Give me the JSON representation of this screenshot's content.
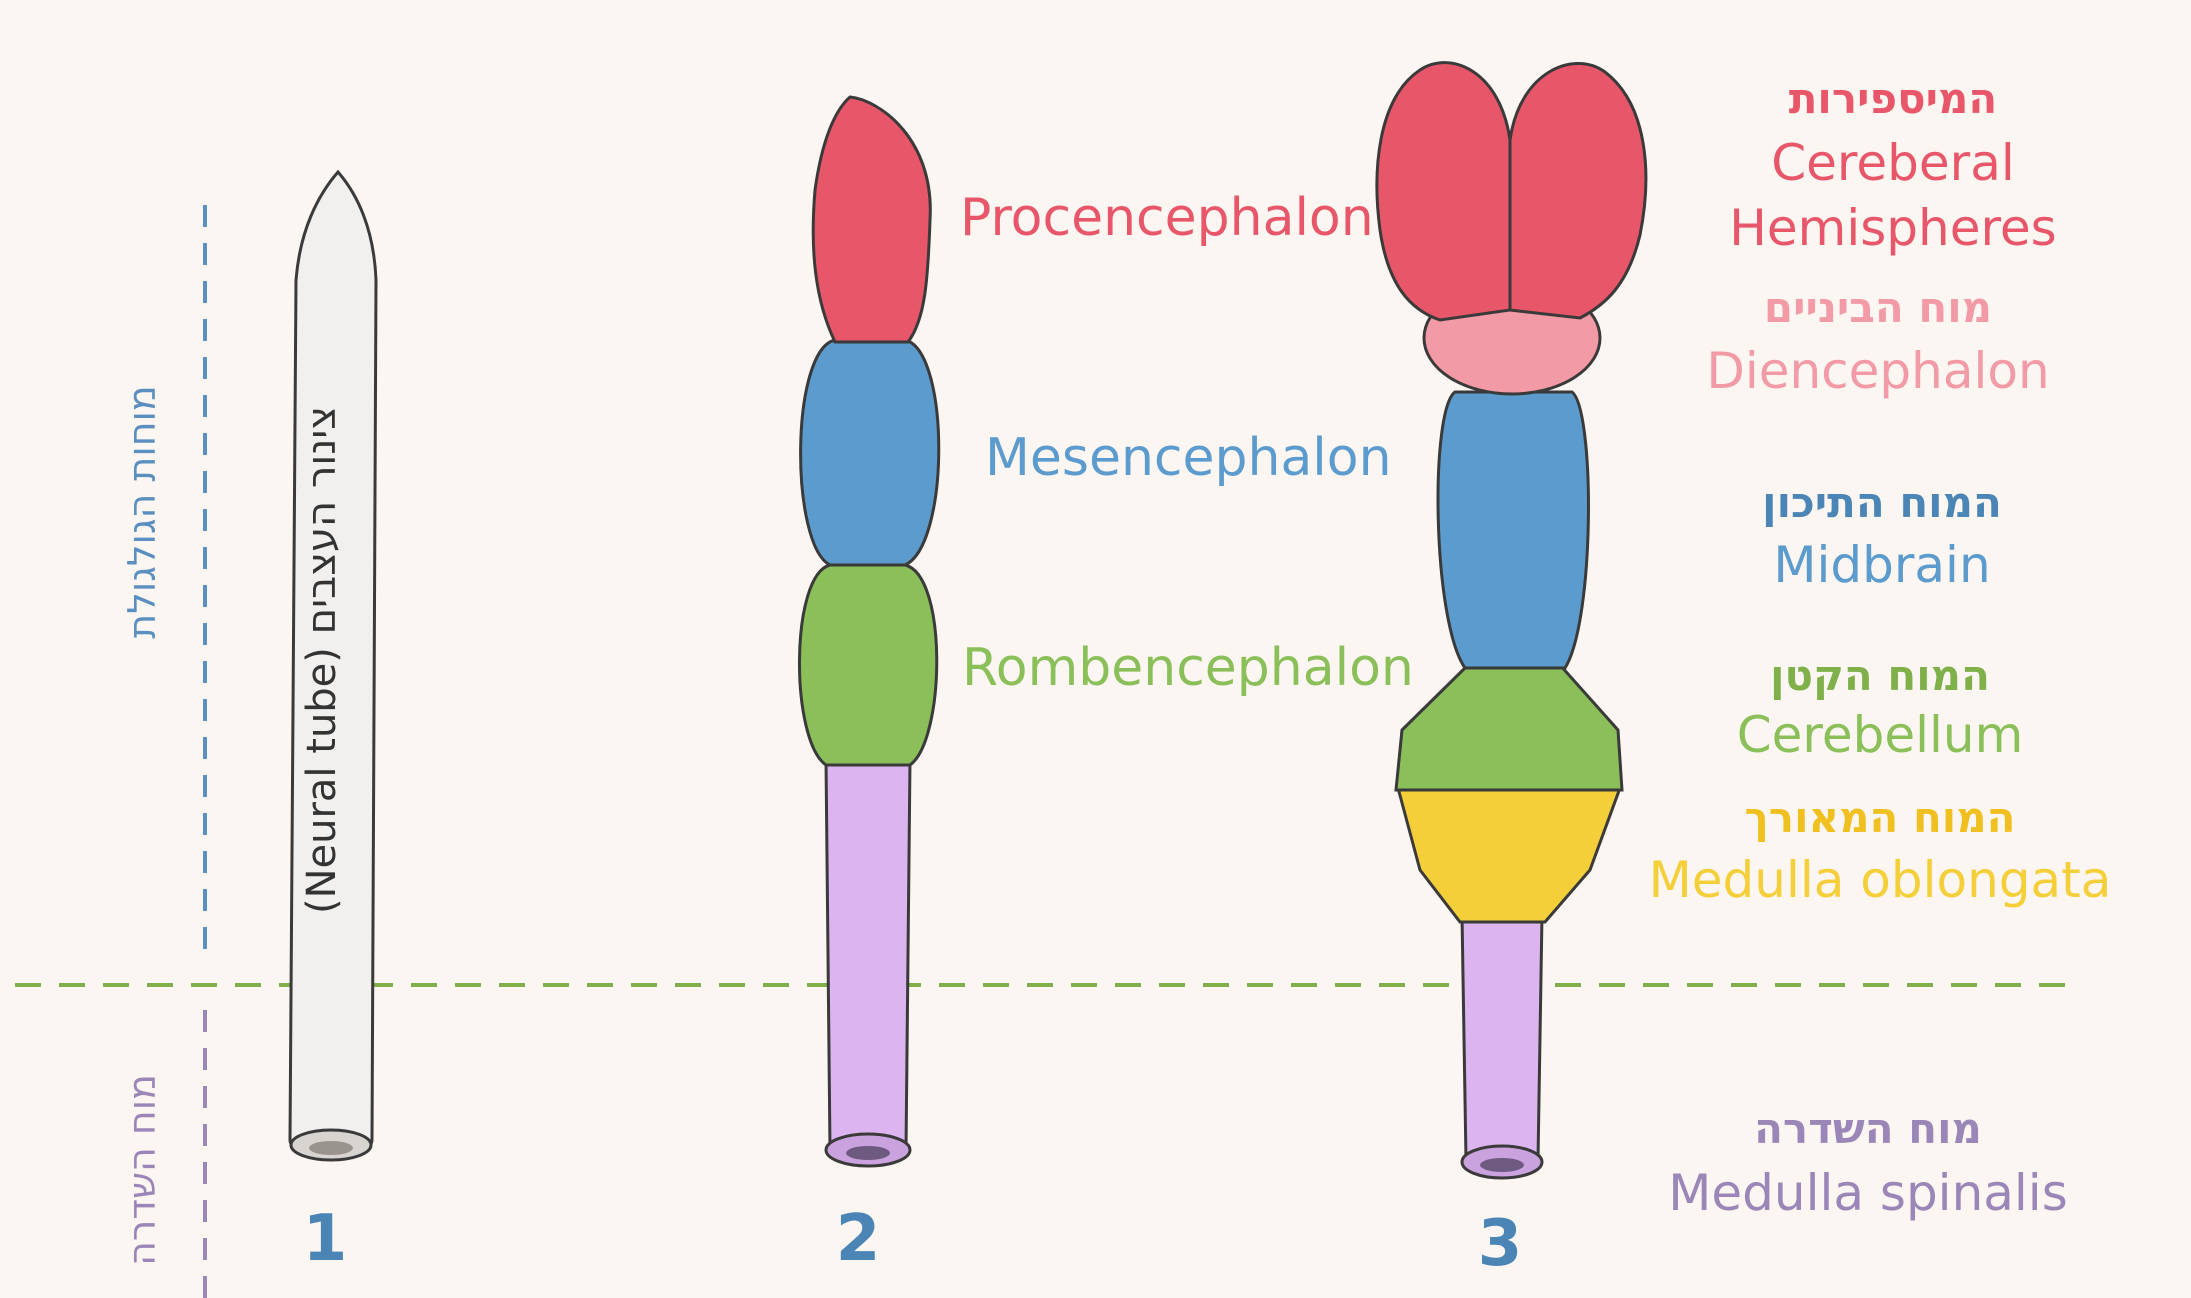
{
  "colors": {
    "background": "#fcf6f2",
    "red": "#e8566a",
    "pink": "#f29aa6",
    "blue": "#5b9bce",
    "green": "#8bbf59",
    "yellow": "#f5cf3a",
    "purple": "#dcb4ef",
    "purple_text": "#9b86b8",
    "gray": "#f2f0ee",
    "outline": "#3a3a3a",
    "dash_blue": "#5b8fbf",
    "dash_green": "#7fb04a",
    "dash_purple": "#9b86b8",
    "stage_number": "#4a85b6"
  },
  "side": {
    "skull_brains": "מוחות הגולגולת",
    "spinal_cord": "מוח השדרה"
  },
  "stage1": {
    "number": "1",
    "tube_label": "צינור העצבים (Neural tube)"
  },
  "stage2": {
    "number": "2",
    "procencephalon": "Procencephalon",
    "mesencephalon": "Mesencephalon",
    "rombencephalon": "Rombencephalon"
  },
  "stage3": {
    "number": "3"
  },
  "legend": {
    "hemispheres_he": "המיספירות",
    "hemispheres_en_1": "Cereberal",
    "hemispheres_en_2": "Hemispheres",
    "diencephalon_he": "מוח הביניים",
    "diencephalon_en": "Diencephalon",
    "midbrain_he": "המוח התיכון",
    "midbrain_en": "Midbrain",
    "cerebellum_he": "המוח הקטן",
    "cerebellum_en": "Cerebellum",
    "medulla_he": "המוח המאורך",
    "medulla_en": "Medulla oblongata",
    "spinalis_he": "מוח השדרה",
    "spinalis_en": "Medulla spinalis"
  }
}
